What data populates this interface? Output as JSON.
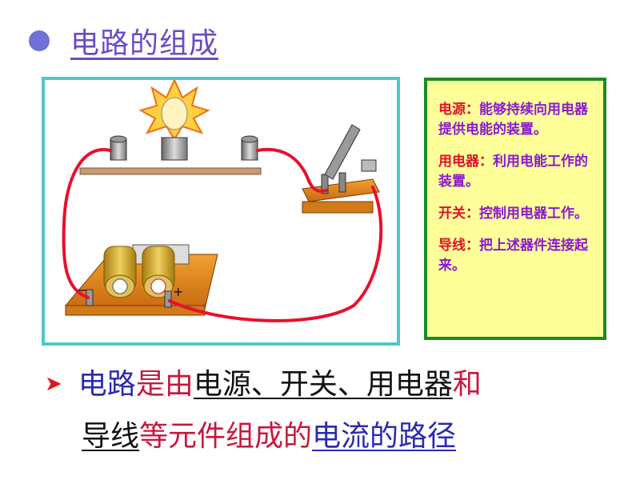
{
  "title": "电路的组成",
  "diagram": {
    "battery_minus": "−",
    "battery_plus": "+"
  },
  "info": [
    {
      "term": "电源：",
      "desc": "能够持续向用电器提供电能的装置。"
    },
    {
      "term": "用电器：",
      "desc": "利用电能工作的装置。"
    },
    {
      "term": "开关：",
      "desc": "控制用电器工作。"
    },
    {
      "term": "导线：",
      "desc": "把上述器件连接起来。"
    }
  ],
  "statement": {
    "line1": [
      "电路",
      "是由",
      "电源、开关、用电器",
      "和"
    ],
    "line2": [
      "导线",
      "等元件组成的",
      "电流的路径"
    ]
  },
  "colors": {
    "title": "#6a4ac8",
    "term": "#e0102c",
    "desc": "#8a1ad0",
    "wire": "#e8102c",
    "frame": "#4ec8cc",
    "info_border": "#1c8a24",
    "info_bg": "#ffff9a"
  },
  "icons": {
    "bullet": "circle-bullet",
    "arrow": "arrow-bullet"
  }
}
